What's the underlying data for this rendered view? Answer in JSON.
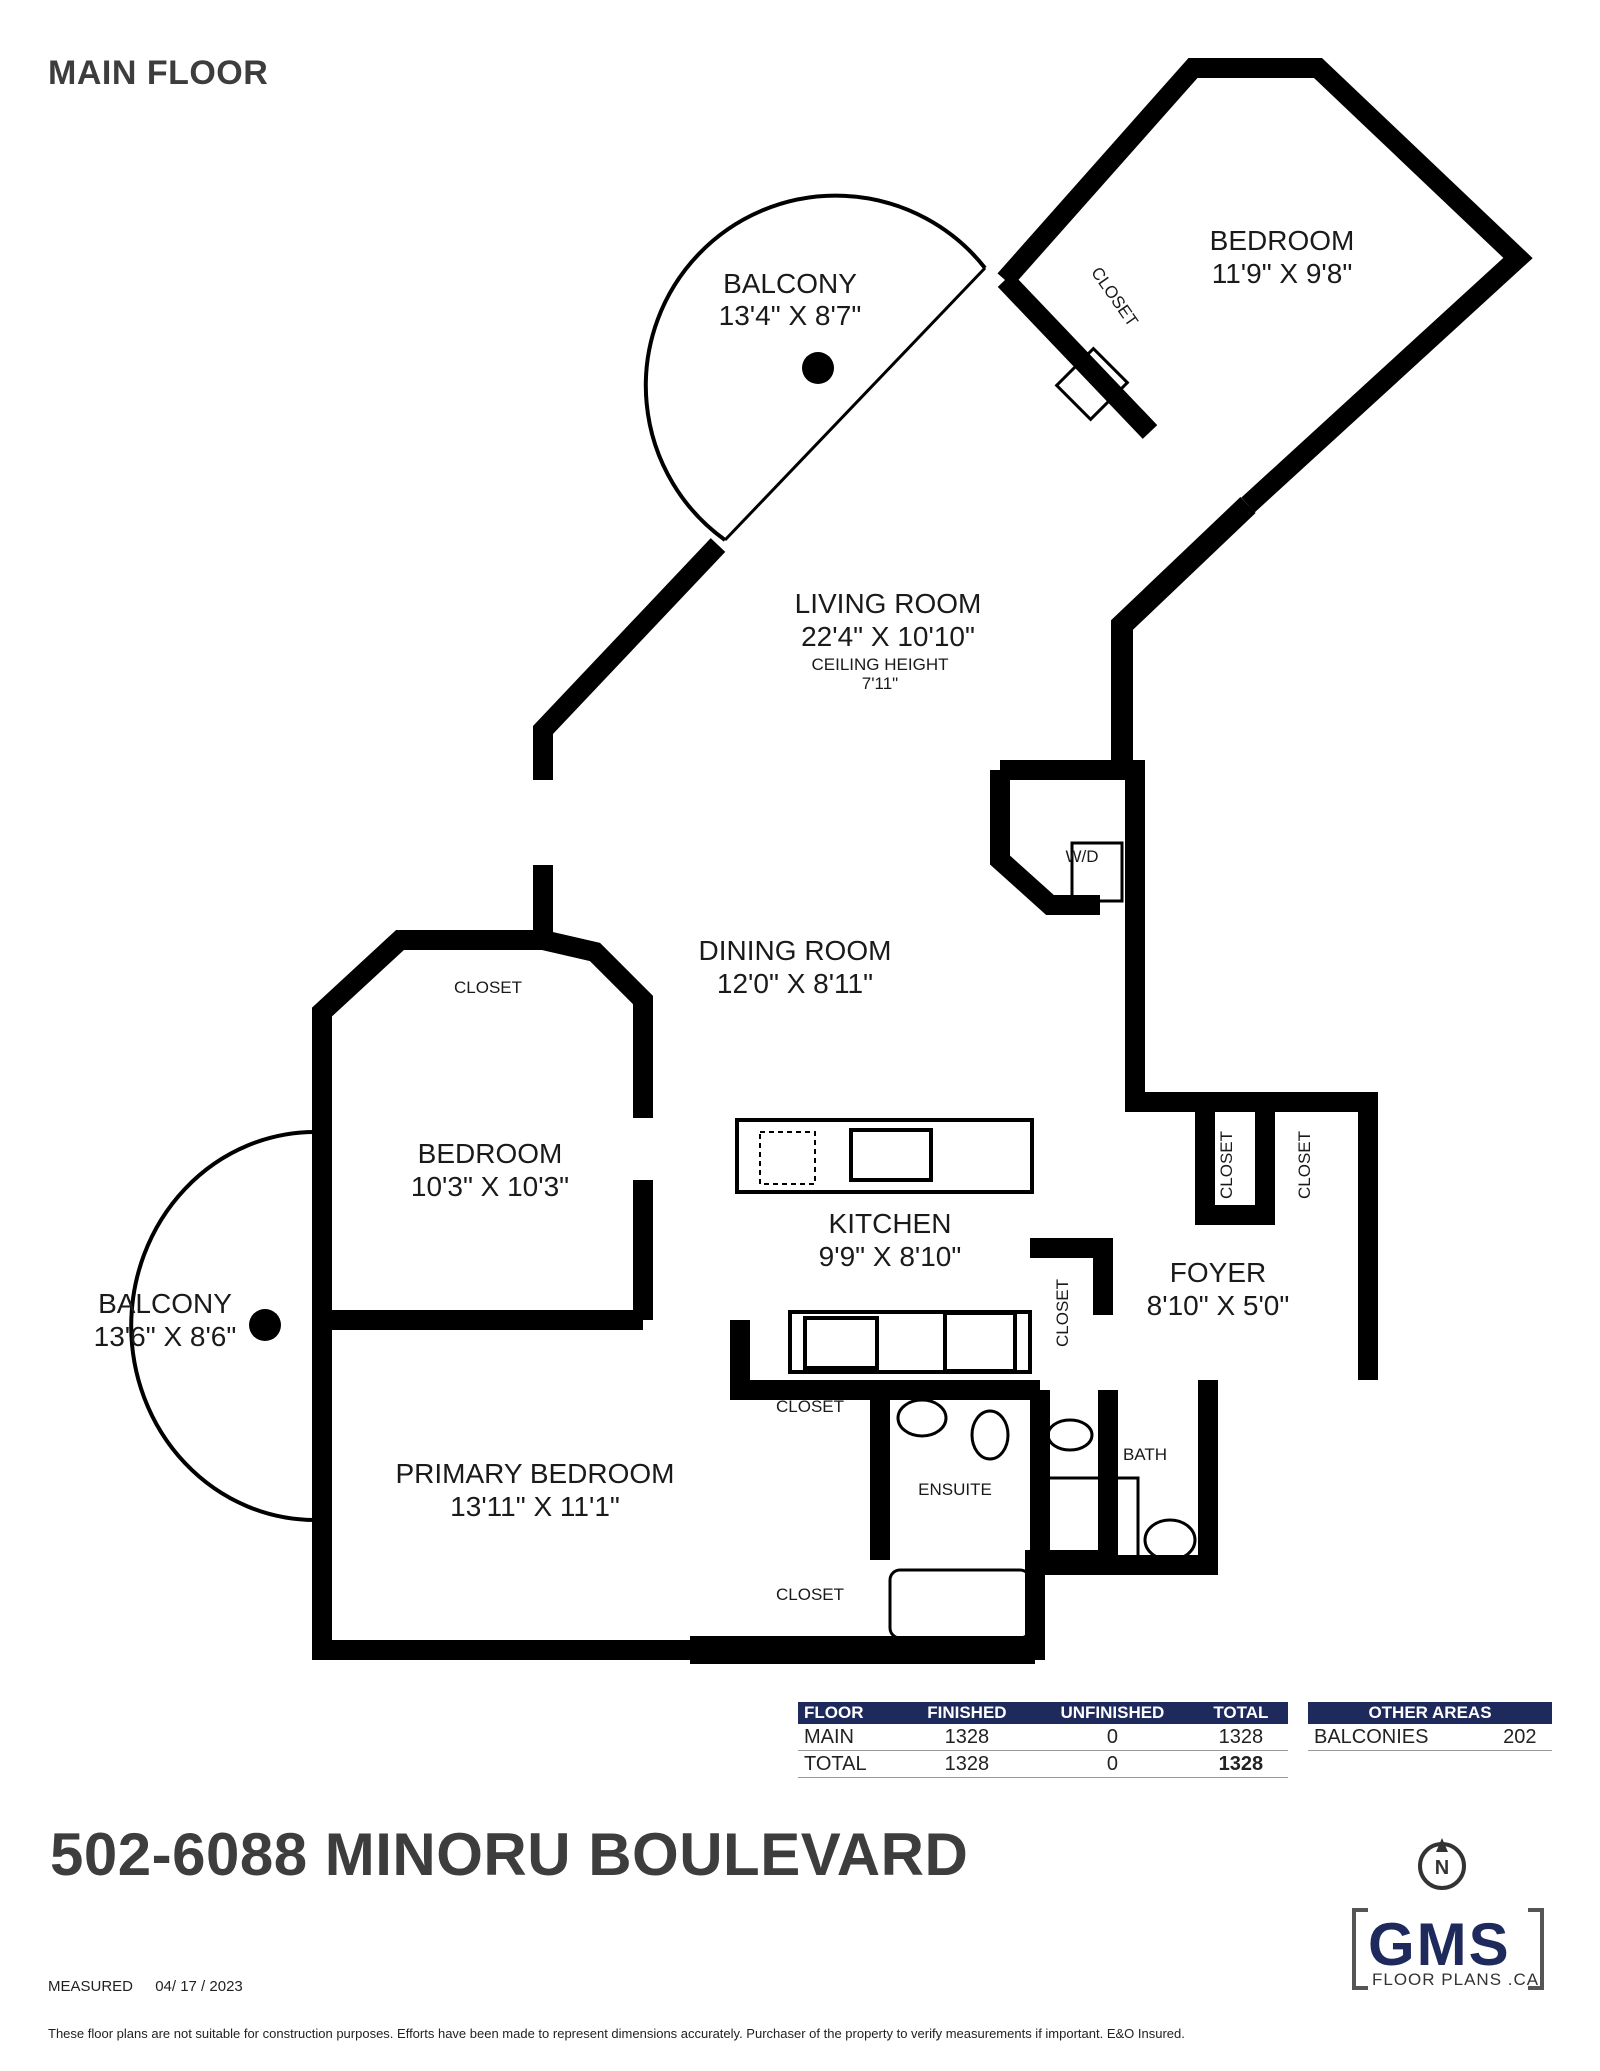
{
  "floor_title": "MAIN FLOOR",
  "address": "502-6088 MINORU BOULEVARD",
  "measured_label": "MEASURED",
  "measured_date": "04/ 17 / 2023",
  "disclaimer": "These floor plans are not suitable for construction purposes. Efforts have been made to represent dimensions accurately.  Purchaser of the property to verify measurements if important.  E&O Insured.",
  "rooms": {
    "bedroom_top": {
      "name": "BEDROOM",
      "dims": "11'9\" X 9'8\""
    },
    "balcony_top": {
      "name": "BALCONY",
      "dims": "13'4\" X 8'7\""
    },
    "living": {
      "name": "LIVING ROOM",
      "dims": "22'4\" X 10'10\"",
      "ceiling_label": "CEILING HEIGHT",
      "ceiling_value": "7'11\""
    },
    "dining": {
      "name": "DINING ROOM",
      "dims": "12'0\" X 8'11\""
    },
    "bedroom_left": {
      "name": "BEDROOM",
      "dims": "10'3\" X 10'3\""
    },
    "kitchen": {
      "name": "KITCHEN",
      "dims": "9'9\" X 8'10\""
    },
    "balcony_left": {
      "name": "BALCONY",
      "dims": "13'6\" X 8'6\""
    },
    "foyer": {
      "name": "FOYER",
      "dims": "8'10\" X 5'0\""
    },
    "primary": {
      "name": "PRIMARY BEDROOM",
      "dims": "13'11\" X 11'1\""
    },
    "ensuite": {
      "name": "ENSUITE"
    },
    "bath": {
      "name": "BATH"
    },
    "wd": {
      "name": "W/D"
    },
    "closet": "CLOSET"
  },
  "floor_table": {
    "headers": [
      "FLOOR",
      "FINISHED",
      "UNFINISHED",
      "TOTAL"
    ],
    "rows": [
      [
        "MAIN",
        "1328",
        "0",
        "1328"
      ],
      [
        "TOTAL",
        "1328",
        "0",
        "1328"
      ]
    ]
  },
  "other_areas": {
    "header": "OTHER AREAS",
    "rows": [
      [
        "BALCONIES",
        "202"
      ]
    ]
  },
  "logo": {
    "main": "GMS",
    "sub": "FLOOR PLANS .CA"
  },
  "compass_letter": "N",
  "colors": {
    "wall": "#000000",
    "header_bg": "#1f2a5c",
    "text": "#3a3a3a"
  }
}
